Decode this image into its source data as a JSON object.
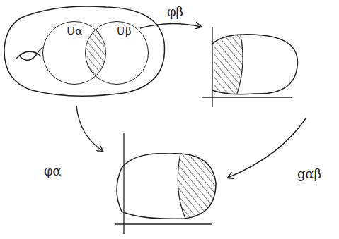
{
  "diagram": {
    "nodes": [
      {
        "text": [
          "Uα"
        ]
      },
      {
        "text": [
          "Uβ"
        ]
      }
    ],
    "labels": [
      "φβ",
      "φα",
      "gαβ"
    ]
  }
}
